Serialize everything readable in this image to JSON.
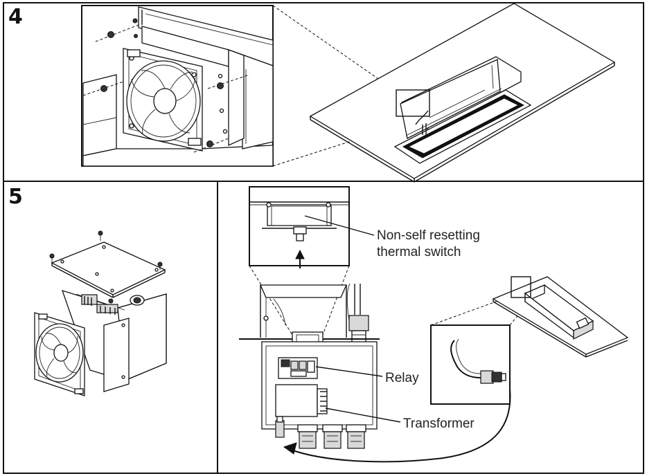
{
  "steps": [
    {
      "number": "4"
    },
    {
      "number": "5"
    }
  ],
  "callouts": {
    "thermal_switch_line1": "Non-self resetting",
    "thermal_switch_line2": "thermal switch",
    "relay": "Relay",
    "transformer": "Transformer"
  },
  "colors": {
    "line": "#111111",
    "fill_light": "#d9d9d9",
    "fill_dark": "#333333"
  }
}
